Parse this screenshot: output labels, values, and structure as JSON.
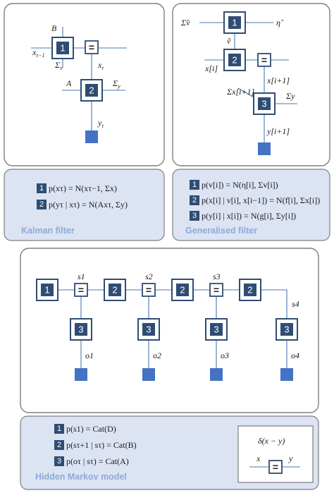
{
  "kalman": {
    "labels": {
      "B": "B",
      "x_prev": "x",
      "x_prev_sub": "τ−1",
      "sigma_x": "Σ",
      "sigma_x_sub": "x",
      "x_tau": "x",
      "x_tau_sub": "τ",
      "A": "A",
      "sigma_y": "Σ",
      "sigma_y_sub": "y",
      "y_tau": "y",
      "y_tau_sub": "τ"
    },
    "eq1": "p(xτ) = N(xτ−1, Σx)",
    "eq2": "p(yτ | xτ) = N(Axτ, Σy)",
    "title": "Kalman filter"
  },
  "generalised": {
    "labels": {
      "sigma_v": "Σ̃v",
      "eta": "η̃",
      "v": "ṽ",
      "x_i": "x[i]",
      "x_i1": "x[i+1]",
      "sigma_x": "Σx[i+1]",
      "sigma_y": "Σy",
      "y_i1": "y[i+1]"
    },
    "eq1": "p(v[i]) = N(η[i], Σv[i])",
    "eq2": "p(x[i] | v[i], x[i−1]) = N(f[i], Σx[i])",
    "eq3": "p(y[i] | x[i]) = N(g[i], Σy[i])",
    "title": "Generalised filter"
  },
  "hmm": {
    "labels": {
      "s1": "s1",
      "s2": "s2",
      "s3": "s3",
      "s4": "s4",
      "o1": "o1",
      "o2": "o2",
      "o3": "o3",
      "o4": "o4"
    },
    "eq1": "p(s1) = Cat(D)",
    "eq2": "p(sτ+1 | sτ) = Cat(B)",
    "eq3": "p(oτ | sτ) = Cat(A)",
    "title": "Hidden Markov model",
    "delta": "δ(x − y)",
    "delta_x": "x",
    "delta_y": "y"
  },
  "factor_numbers": {
    "one": "1",
    "two": "2",
    "three": "3",
    "equals": "="
  }
}
